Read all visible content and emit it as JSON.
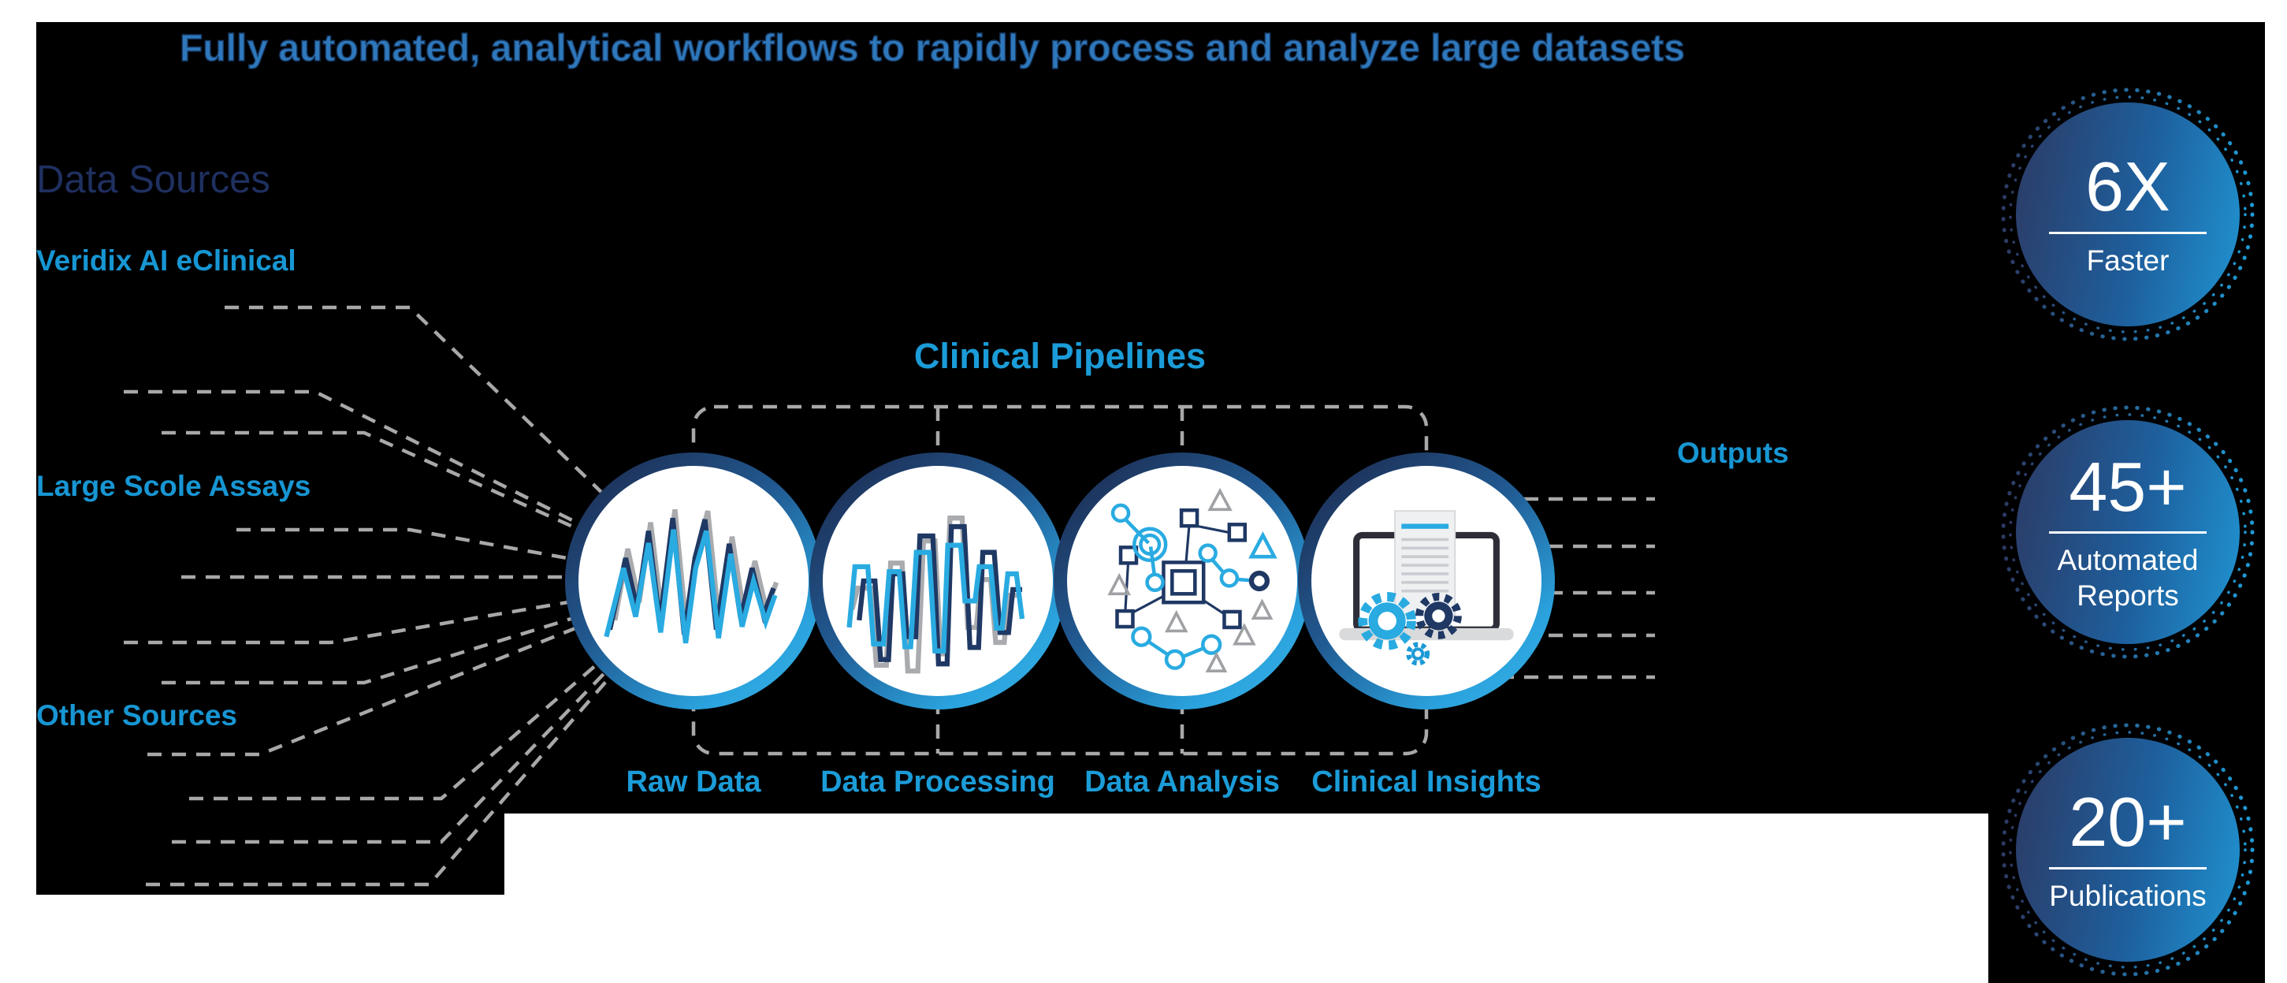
{
  "title": "Fully automated, analytical workflows to rapidly process and analyze large datasets",
  "data_sources": {
    "heading": "Data Sources",
    "items": [
      {
        "label": "Veridix AI eClinical"
      },
      {
        "label": "Large Scole Assays"
      },
      {
        "label": "Other Sources"
      }
    ]
  },
  "pipeline": {
    "heading": "Clinical Pipelines",
    "stages": [
      {
        "label": "Raw Data",
        "icon": "line-chart-icon"
      },
      {
        "label": "Data Processing",
        "icon": "step-chart-icon"
      },
      {
        "label": "Data Analysis",
        "icon": "network-graph-icon"
      },
      {
        "label": "Clinical Insights",
        "icon": "laptop-report-icon"
      }
    ]
  },
  "outputs_label": "Outputs",
  "stats": [
    {
      "value": "6X",
      "lines": [
        "Faster"
      ]
    },
    {
      "value": "45+",
      "lines": [
        "Automated",
        "Reports"
      ]
    },
    {
      "value": "20+",
      "lines": [
        "Publications"
      ]
    }
  ],
  "colors": {
    "background": "#000000",
    "title_blue": "#2E78BB",
    "title_outline": "#16365E",
    "heading_navy": "#1F3060",
    "source_label_blue": "#1796D3",
    "pipeline_label_blue": "#1B9CD8",
    "dashed_line_gray": "#A8A8A8",
    "circle_ring_dark": "#1D2E54",
    "circle_ring_light": "#3AB2E7",
    "badge_gradient_left": "#2C3A64",
    "badge_gradient_right": "#2094D2",
    "icon_navy": "#1F3864",
    "icon_blue": "#29ABE1",
    "icon_gray": "#A9ABAE"
  }
}
